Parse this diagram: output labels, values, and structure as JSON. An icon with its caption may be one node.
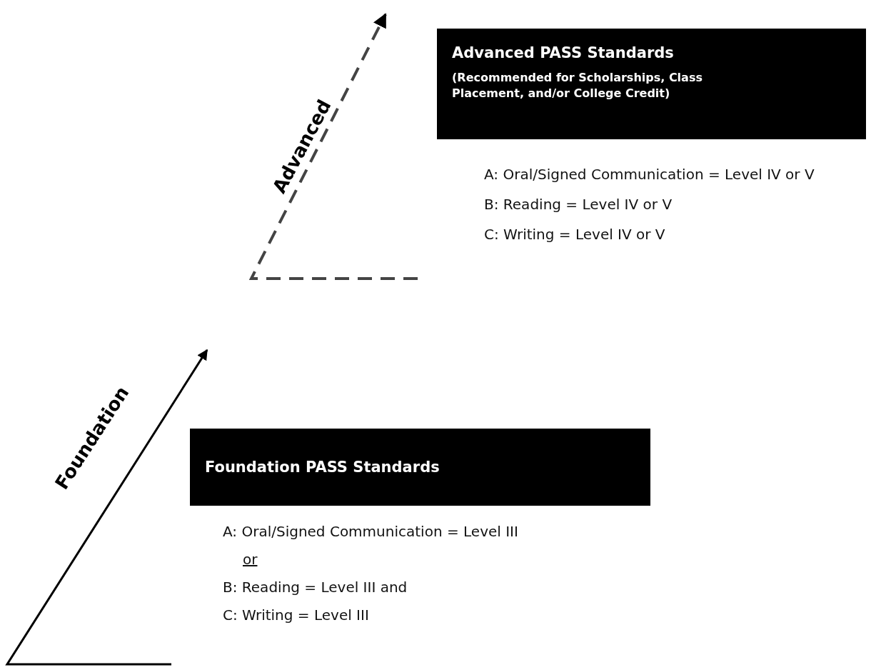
{
  "diagram": {
    "nodes": [
      {
        "text": [
          "Advanced PASS Standards",
          "(Recommended for Scholarships, Class Placement, and/or College Credit)"
        ]
      },
      {
        "text": [
          "Foundation PASS Standards"
        ]
      }
    ],
    "labels": [
      "Advanced",
      "A: Oral/Signed Communication = Level IV or V",
      "B: Reading = Level IV or V",
      "C: Writing = Level IV or V",
      "Foundation",
      "A: Oral/Signed Communication = Level III",
      "or",
      "B: Reading = Level III and",
      "C: Writing = Level III"
    ]
  }
}
